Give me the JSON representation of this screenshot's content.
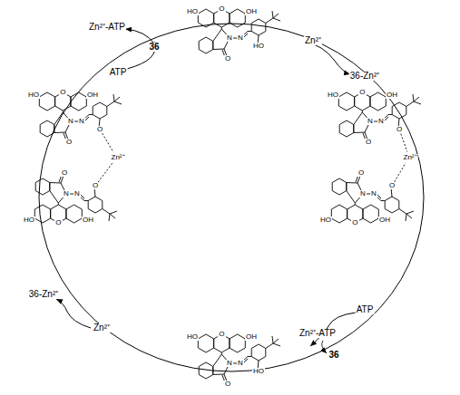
{
  "diagram": {
    "labels": [
      "Zn²⁺-ATP",
      "ATP",
      "36",
      "Zn²⁺",
      "36-Zn²⁺",
      "ATP",
      "Zn²⁺-ATP",
      "36",
      "36-Zn²⁺",
      "Zn²⁺",
      "HO",
      "O",
      "OH",
      "N",
      "N",
      "HO",
      "O",
      "HO",
      "O",
      "OH",
      "N",
      "N",
      "O",
      "O",
      "HO",
      "O",
      "OH",
      "N",
      "N",
      "O",
      "O",
      "Zn²⁺",
      "HO",
      "O",
      "OH",
      "N",
      "N",
      "HO",
      "O",
      "HO",
      "O",
      "OH",
      "N",
      "N",
      "O",
      "O",
      "HO",
      "O",
      "OH",
      "N",
      "N",
      "O",
      "O",
      "Zn²⁺"
    ]
  }
}
